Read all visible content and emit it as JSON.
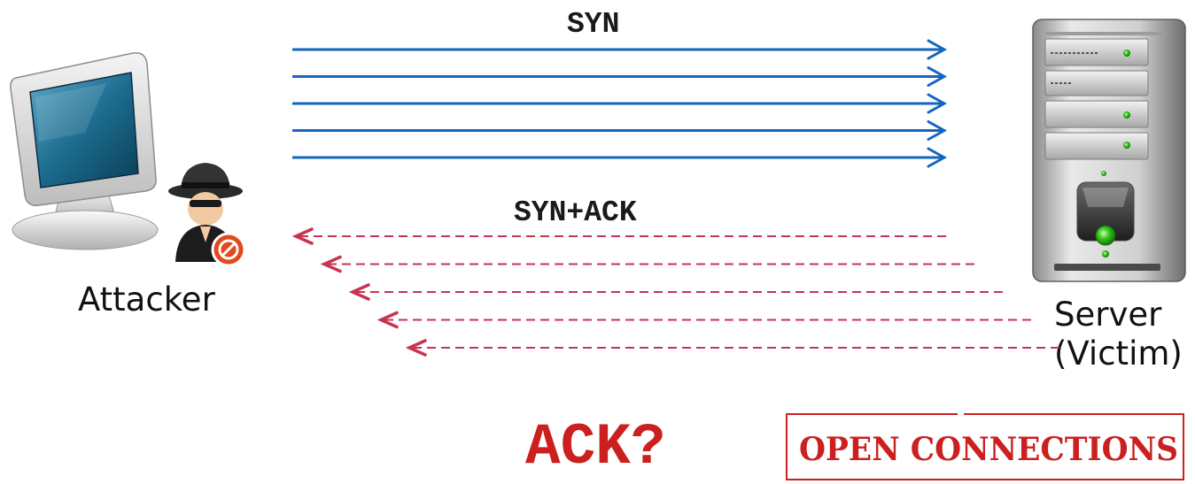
{
  "labels": {
    "syn": "SYN",
    "syn_ack": "SYN+ACK",
    "attacker": "Attacker",
    "server_line1": "Server",
    "server_line2": "(Victim)",
    "ack_question": "ACK?",
    "open_connections": "OPEN CONNECTIONS"
  },
  "arrows": {
    "syn_count": 5,
    "syn_ack_count": 5
  },
  "colors": {
    "syn_arrow": "#1565c0",
    "syn_ack_arrow": "#c8344f",
    "accent_red": "#cc1f1f",
    "box_border": "#cc1f1f"
  },
  "icons": {
    "attacker": "computer-monitor-with-spy-icon",
    "server": "server-tower-icon"
  }
}
